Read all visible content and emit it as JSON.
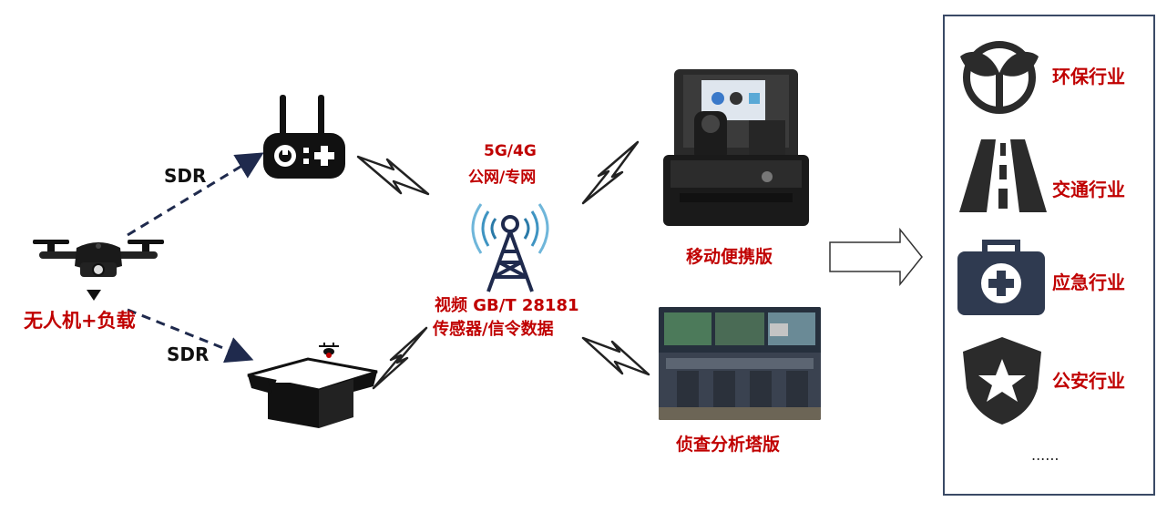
{
  "drone": {
    "label": "无人机+负载"
  },
  "links": {
    "sdr_top": "SDR",
    "sdr_bottom": "SDR"
  },
  "network": {
    "line1": "5G/4G",
    "line2": "公网/专网",
    "line3": "视频 GB/T 28181",
    "line4": "传感器/信令数据"
  },
  "terminals": {
    "portable": "移动便携版",
    "tower": "侦查分析塔版"
  },
  "industries": {
    "items": [
      {
        "label": "环保行业",
        "icon": "eco-sprout-icon"
      },
      {
        "label": "交通行业",
        "icon": "road-icon"
      },
      {
        "label": "应急行业",
        "icon": "first-aid-kit-icon"
      },
      {
        "label": "公安行业",
        "icon": "police-badge-icon"
      }
    ],
    "more": "......"
  },
  "colors": {
    "label_red": "#c00000",
    "icon_dark": "#2b2b2b",
    "panel_border": "#3a4a66",
    "arrow_navy": "#1f2a4d"
  }
}
